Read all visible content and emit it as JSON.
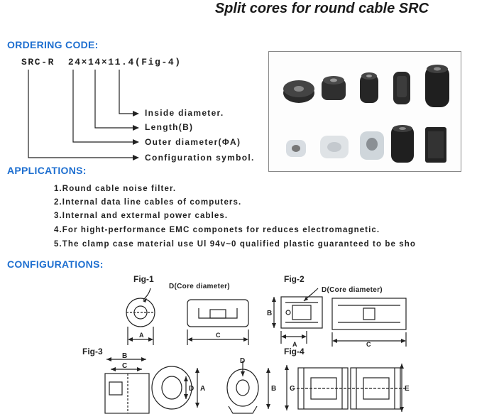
{
  "title": "Split cores for round cable SRC",
  "ordering": {
    "heading": "ORDERING CODE:",
    "code_prefix": "SRC-R",
    "code_rest": "24×14×11.4(Fig-4)",
    "labels": [
      "Inside diameter.",
      "Length(B)",
      "Outer diameter(ΦA)",
      "Configuration symbol."
    ]
  },
  "applications": {
    "heading": "APPLICATIONS:",
    "items": [
      "1.Round cable noise filter.",
      "2.Internal data line cables of computers.",
      "3.Internal and extermal power cables.",
      "4.For hight-performance EMC componets for reduces electromagnetic.",
      "5.The clamp case material use Ul 94v~0 qualified plastic guaranteed to be sho"
    ]
  },
  "configurations": {
    "heading": "CONFIGURATIONS:",
    "fig1": {
      "label": "Fig-1",
      "note": "D(Core diameter)",
      "dim_a": "A",
      "dim_c": "C"
    },
    "fig2": {
      "label": "Fig-2",
      "note": "D(Core diameter)",
      "dim_a": "A",
      "dim_b": "B",
      "dim_c": "C"
    },
    "fig3": {
      "label": "Fig-3",
      "dim_a": "A",
      "dim_b": "B",
      "dim_c": "C",
      "dim_d": "D"
    },
    "fig4": {
      "label": "Fig-4",
      "dim_b": "B",
      "dim_c": "C",
      "dim_d": "D",
      "dim_e": "E"
    }
  },
  "colors": {
    "accent": "#1e6fd0",
    "ink": "#222222"
  }
}
